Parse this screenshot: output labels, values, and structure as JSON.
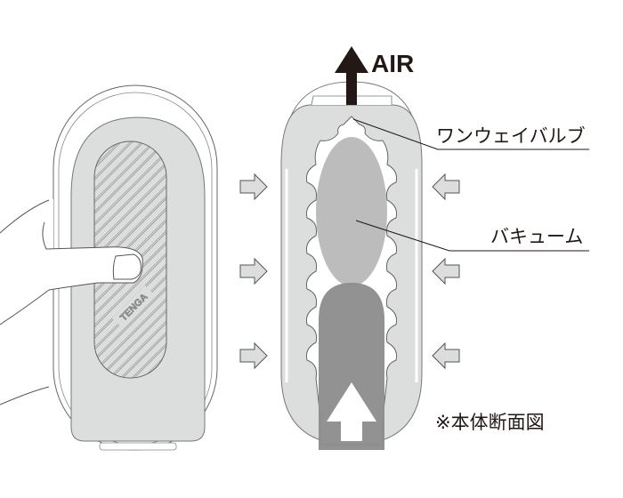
{
  "labels": {
    "air": "AIR",
    "one_way_valve": "ワンウェイバルブ",
    "vacuum": "バキューム",
    "cross_section_note": "※本体断面図"
  },
  "logo_text": "TENGA",
  "colors": {
    "light_gray": "#dcdddd",
    "mid_gray": "#b5b5b6",
    "dark_gray": "#8c8c8c",
    "line": "#231815"
  }
}
